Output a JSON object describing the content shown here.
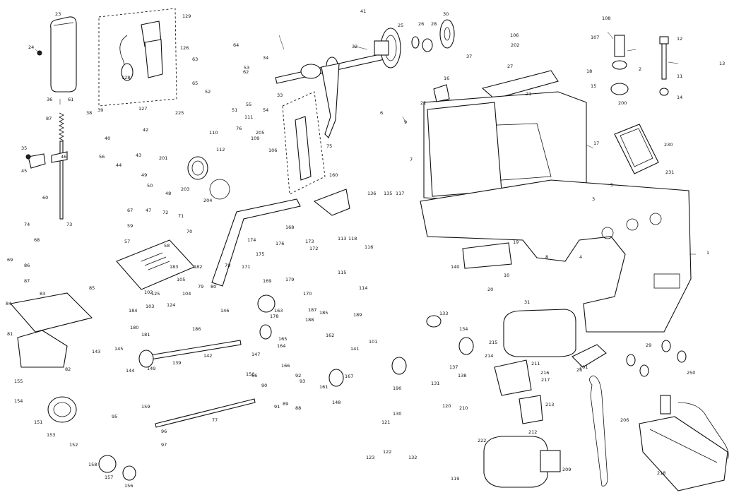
{
  "diagram": {
    "callouts": [
      {
        "id": "c23",
        "text": "23"
      },
      {
        "id": "c24",
        "text": "24"
      },
      {
        "id": "c36",
        "text": "36"
      },
      {
        "id": "c61",
        "text": "61"
      },
      {
        "id": "c87",
        "text": "87"
      },
      {
        "id": "c35",
        "text": "35"
      },
      {
        "id": "c45",
        "text": "45"
      },
      {
        "id": "c60",
        "text": "60"
      },
      {
        "id": "c126",
        "text": "126"
      },
      {
        "id": "c128",
        "text": "128"
      },
      {
        "id": "c127",
        "text": "127"
      },
      {
        "id": "c129",
        "text": "129"
      },
      {
        "id": "c41",
        "text": "41"
      },
      {
        "id": "c25",
        "text": "25"
      },
      {
        "id": "c26",
        "text": "26"
      },
      {
        "id": "c28",
        "text": "28"
      },
      {
        "id": "c30",
        "text": "30"
      },
      {
        "id": "c32",
        "text": "32"
      },
      {
        "id": "c34",
        "text": "34"
      },
      {
        "id": "c37",
        "text": "37"
      },
      {
        "id": "c108",
        "text": "108"
      },
      {
        "id": "c202",
        "text": "202"
      },
      {
        "id": "c106",
        "text": "106"
      },
      {
        "id": "c107",
        "text": "107"
      },
      {
        "id": "c12",
        "text": "12"
      },
      {
        "id": "c13",
        "text": "13"
      },
      {
        "id": "c11",
        "text": "11"
      },
      {
        "id": "c14",
        "text": "14"
      },
      {
        "id": "c200",
        "text": "200"
      },
      {
        "id": "c27",
        "text": "27"
      },
      {
        "id": "c21",
        "text": "21"
      },
      {
        "id": "c22",
        "text": "22"
      },
      {
        "id": "c18",
        "text": "18"
      },
      {
        "id": "c15",
        "text": "15"
      },
      {
        "id": "c16",
        "text": "16"
      },
      {
        "id": "c17",
        "text": "17"
      },
      {
        "id": "c7",
        "text": "7"
      },
      {
        "id": "c3",
        "text": "3"
      },
      {
        "id": "c5",
        "text": "5"
      },
      {
        "id": "c1",
        "text": "1"
      },
      {
        "id": "c8",
        "text": "8"
      },
      {
        "id": "c10",
        "text": "10"
      },
      {
        "id": "c20",
        "text": "20"
      },
      {
        "id": "c19",
        "text": "19"
      },
      {
        "id": "c230",
        "text": "230"
      },
      {
        "id": "c231",
        "text": "231"
      },
      {
        "id": "c31",
        "text": "31"
      },
      {
        "id": "c133",
        "text": "133"
      },
      {
        "id": "c134",
        "text": "134"
      },
      {
        "id": "c137",
        "text": "137"
      },
      {
        "id": "c117",
        "text": "117"
      },
      {
        "id": "c135",
        "text": "135"
      },
      {
        "id": "c136",
        "text": "136"
      },
      {
        "id": "c160",
        "text": "160"
      },
      {
        "id": "c75",
        "text": "75"
      },
      {
        "id": "c106b",
        "text": "106"
      },
      {
        "id": "c109",
        "text": "109"
      },
      {
        "id": "c110",
        "text": "110"
      },
      {
        "id": "c112",
        "text": "112"
      },
      {
        "id": "c225",
        "text": "225"
      },
      {
        "id": "c201",
        "text": "201"
      },
      {
        "id": "c203",
        "text": "203"
      },
      {
        "id": "c204",
        "text": "204"
      },
      {
        "id": "c56",
        "text": "56"
      },
      {
        "id": "c57",
        "text": "57"
      },
      {
        "id": "c58",
        "text": "58"
      },
      {
        "id": "c67",
        "text": "67"
      },
      {
        "id": "c72",
        "text": "72"
      },
      {
        "id": "c71",
        "text": "71"
      },
      {
        "id": "c74",
        "text": "74"
      },
      {
        "id": "c73",
        "text": "73"
      },
      {
        "id": "c68",
        "text": "68"
      },
      {
        "id": "c69",
        "text": "69"
      },
      {
        "id": "c86",
        "text": "86"
      },
      {
        "id": "c87b",
        "text": "87"
      },
      {
        "id": "c83",
        "text": "83"
      },
      {
        "id": "c84",
        "text": "84"
      },
      {
        "id": "c81",
        "text": "81"
      },
      {
        "id": "c82",
        "text": "82"
      },
      {
        "id": "c85",
        "text": "85"
      },
      {
        "id": "c155",
        "text": "155"
      },
      {
        "id": "c154",
        "text": "154"
      },
      {
        "id": "c151",
        "text": "151"
      },
      {
        "id": "c152",
        "text": "152"
      },
      {
        "id": "c153",
        "text": "153"
      },
      {
        "id": "c156",
        "text": "156"
      },
      {
        "id": "c157",
        "text": "157"
      },
      {
        "id": "c158",
        "text": "158"
      },
      {
        "id": "c143",
        "text": "143"
      },
      {
        "id": "c145",
        "text": "145"
      },
      {
        "id": "c144",
        "text": "144"
      },
      {
        "id": "c149",
        "text": "149"
      },
      {
        "id": "c142",
        "text": "142"
      },
      {
        "id": "c139",
        "text": "139"
      },
      {
        "id": "c77",
        "text": "77"
      },
      {
        "id": "c95",
        "text": "95"
      },
      {
        "id": "c96",
        "text": "96"
      },
      {
        "id": "c97",
        "text": "97"
      },
      {
        "id": "c180",
        "text": "180"
      },
      {
        "id": "c181",
        "text": "181"
      },
      {
        "id": "c102",
        "text": "102"
      },
      {
        "id": "c104",
        "text": "104"
      },
      {
        "id": "c103",
        "text": "103"
      },
      {
        "id": "c184",
        "text": "184"
      },
      {
        "id": "c186",
        "text": "186"
      },
      {
        "id": "c146",
        "text": "146"
      },
      {
        "id": "c147",
        "text": "147"
      },
      {
        "id": "c165",
        "text": "165"
      },
      {
        "id": "c168",
        "text": "168"
      },
      {
        "id": "c169",
        "text": "169"
      },
      {
        "id": "c170",
        "text": "170"
      },
      {
        "id": "c171",
        "text": "171"
      },
      {
        "id": "c172",
        "text": "172"
      },
      {
        "id": "c173",
        "text": "173"
      },
      {
        "id": "c174",
        "text": "174"
      },
      {
        "id": "c175",
        "text": "175"
      },
      {
        "id": "c176",
        "text": "176"
      },
      {
        "id": "c179",
        "text": "179"
      },
      {
        "id": "c163",
        "text": "163"
      },
      {
        "id": "c164",
        "text": "164"
      },
      {
        "id": "c185",
        "text": "185"
      },
      {
        "id": "c187",
        "text": "187"
      },
      {
        "id": "c188",
        "text": "188"
      },
      {
        "id": "c162",
        "text": "162"
      },
      {
        "id": "c161",
        "text": "161"
      },
      {
        "id": "c167",
        "text": "167"
      },
      {
        "id": "c189",
        "text": "189"
      },
      {
        "id": "c190",
        "text": "190"
      },
      {
        "id": "c116",
        "text": "116"
      },
      {
        "id": "c114",
        "text": "114"
      },
      {
        "id": "c115",
        "text": "115"
      },
      {
        "id": "c113",
        "text": "113"
      },
      {
        "id": "c118",
        "text": "118"
      },
      {
        "id": "c120",
        "text": "120"
      },
      {
        "id": "c121",
        "text": "121"
      },
      {
        "id": "c122",
        "text": "122"
      },
      {
        "id": "c123",
        "text": "123"
      },
      {
        "id": "c130",
        "text": "130"
      },
      {
        "id": "c131",
        "text": "131"
      },
      {
        "id": "c132",
        "text": "132"
      },
      {
        "id": "c119",
        "text": "119"
      },
      {
        "id": "c210",
        "text": "210"
      },
      {
        "id": "c211",
        "text": "211"
      },
      {
        "id": "c212",
        "text": "212"
      },
      {
        "id": "c213",
        "text": "213"
      },
      {
        "id": "c214",
        "text": "214"
      },
      {
        "id": "c215",
        "text": "215"
      },
      {
        "id": "c216",
        "text": "216"
      },
      {
        "id": "c217",
        "text": "217"
      },
      {
        "id": "c222",
        "text": "222"
      },
      {
        "id": "c209",
        "text": "209"
      },
      {
        "id": "c206",
        "text": "206"
      },
      {
        "id": "c218",
        "text": "218"
      },
      {
        "id": "c29",
        "text": "29"
      },
      {
        "id": "c250",
        "text": "250"
      },
      {
        "id": "c201b",
        "text": "201"
      },
      {
        "id": "c46",
        "text": "46"
      },
      {
        "id": "c39",
        "text": "39"
      },
      {
        "id": "c43",
        "text": "43"
      },
      {
        "id": "c44",
        "text": "44"
      },
      {
        "id": "c42",
        "text": "42"
      },
      {
        "id": "c38",
        "text": "38"
      },
      {
        "id": "c40",
        "text": "40"
      },
      {
        "id": "c63",
        "text": "63"
      },
      {
        "id": "c64",
        "text": "64"
      },
      {
        "id": "c65",
        "text": "65"
      },
      {
        "id": "c52",
        "text": "52"
      },
      {
        "id": "c53",
        "text": "53"
      },
      {
        "id": "c54",
        "text": "54"
      },
      {
        "id": "c55",
        "text": "55"
      },
      {
        "id": "c47",
        "text": "47"
      },
      {
        "id": "c48",
        "text": "48"
      },
      {
        "id": "c49",
        "text": "49"
      },
      {
        "id": "c50",
        "text": "50"
      },
      {
        "id": "c51",
        "text": "51"
      },
      {
        "id": "c33",
        "text": "33"
      },
      {
        "id": "c111",
        "text": "111"
      },
      {
        "id": "c205",
        "text": "205"
      },
      {
        "id": "c59",
        "text": "59"
      },
      {
        "id": "c78",
        "text": "78"
      },
      {
        "id": "c79",
        "text": "79"
      },
      {
        "id": "c80",
        "text": "80"
      },
      {
        "id": "c88",
        "text": "88"
      },
      {
        "id": "c89",
        "text": "89"
      },
      {
        "id": "c90",
        "text": "90"
      },
      {
        "id": "c91",
        "text": "91"
      },
      {
        "id": "c92",
        "text": "92"
      },
      {
        "id": "c93",
        "text": "93"
      },
      {
        "id": "c66",
        "text": "66"
      },
      {
        "id": "c62",
        "text": "62"
      },
      {
        "id": "c76",
        "text": "76"
      },
      {
        "id": "c70",
        "text": "70"
      },
      {
        "id": "c9",
        "text": "9"
      },
      {
        "id": "c6",
        "text": "6"
      },
      {
        "id": "c2",
        "text": "2"
      },
      {
        "id": "c4",
        "text": "4"
      },
      {
        "id": "c26b",
        "text": "26"
      },
      {
        "id": "c138",
        "text": "138"
      },
      {
        "id": "c140",
        "text": "140"
      },
      {
        "id": "c141",
        "text": "141"
      },
      {
        "id": "c148",
        "text": "148"
      },
      {
        "id": "c150",
        "text": "150"
      },
      {
        "id": "c159",
        "text": "159"
      },
      {
        "id": "c166",
        "text": "166"
      },
      {
        "id": "c178",
        "text": "178"
      },
      {
        "id": "c182",
        "text": "182"
      },
      {
        "id": "c183",
        "text": "183"
      },
      {
        "id": "c125",
        "text": "125"
      },
      {
        "id": "c124",
        "text": "124"
      },
      {
        "id": "c105",
        "text": "105"
      },
      {
        "id": "c101",
        "text": "101"
      }
    ]
  }
}
